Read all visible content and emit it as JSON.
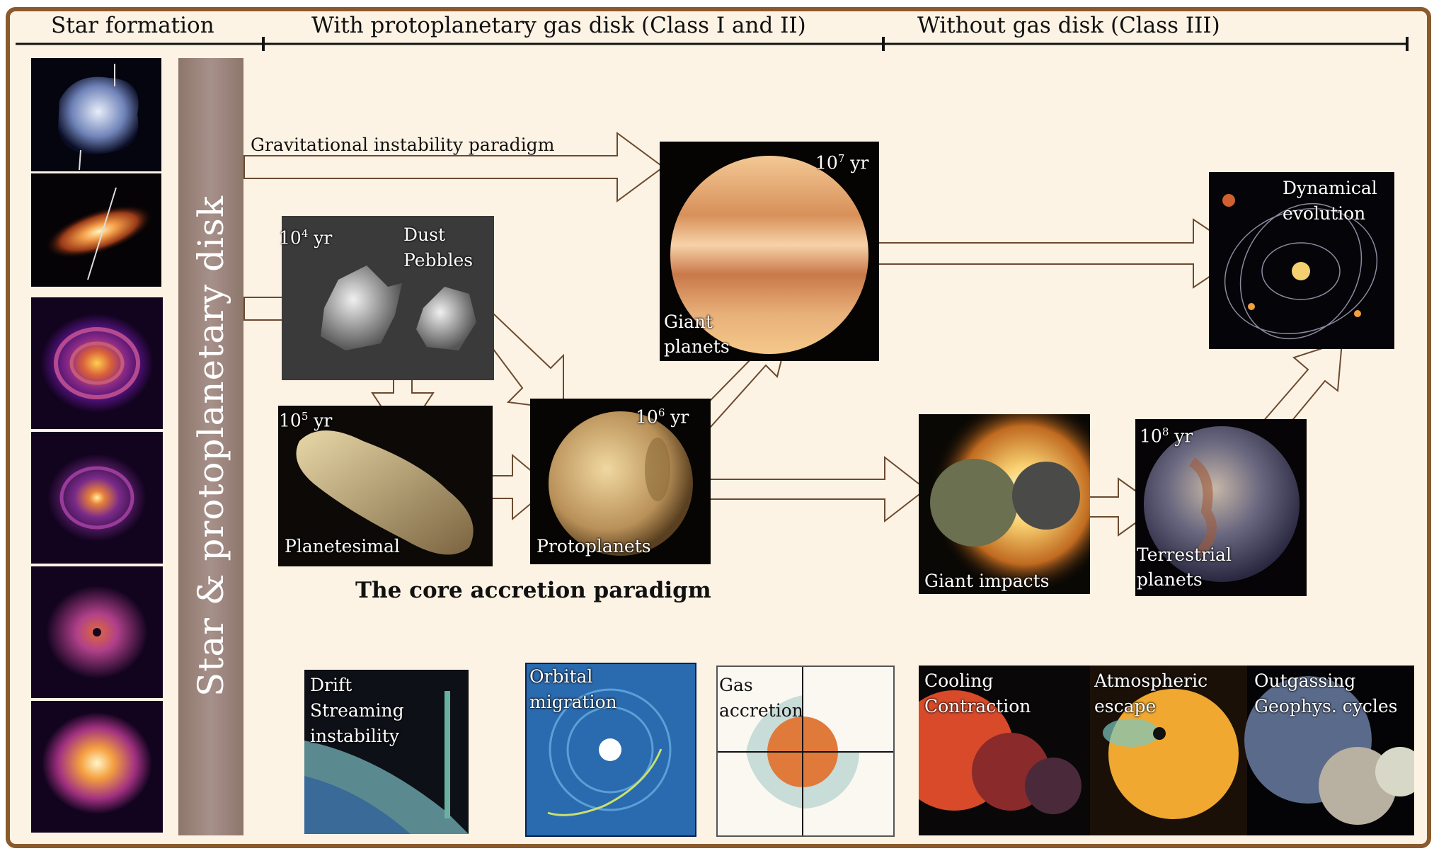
{
  "header": {
    "star_formation": "Star formation",
    "with_disk": "With protoplanetary gas disk (Class I and II)",
    "without_disk": "Without gas disk (Class III)"
  },
  "vertical_bar": "Star & protoplanetary disk",
  "gi_paradigm": "Gravitational instability paradigm",
  "core_accretion": "The core accretion paradigm",
  "nodes": {
    "dust": {
      "time_base": "10",
      "time_exp": "4",
      "time_unit": " yr",
      "line1": "Dust",
      "line2": "Pebbles"
    },
    "planetesimal": {
      "time_base": "10",
      "time_exp": "5",
      "time_unit": " yr",
      "label": "Planetesimal"
    },
    "protoplanets": {
      "time_base": "10",
      "time_exp": "6",
      "time_unit": " yr",
      "label": "Protoplanets"
    },
    "giant": {
      "time_base": "10",
      "time_exp": "7",
      "time_unit": " yr",
      "line1": "Giant",
      "line2": "planets"
    },
    "impacts": {
      "label": "Giant impacts"
    },
    "terrestrial": {
      "time_base": "10",
      "time_exp": "8",
      "time_unit": " yr",
      "line1": "Terrestrial",
      "line2": "planets"
    },
    "dynamical": {
      "line1": "Dynamical",
      "line2": "evolution"
    }
  },
  "processes": {
    "drift": {
      "line1": "Drift",
      "line2": "Streaming",
      "line3": "instability"
    },
    "migration": {
      "line1": "Orbital",
      "line2": "migration"
    },
    "gas": {
      "line1": "Gas",
      "line2": "accretion"
    },
    "cooling": {
      "line1": "Cooling",
      "line2": "Contraction"
    },
    "escape": {
      "line1": "Atmospheric",
      "line2": "escape"
    },
    "outgassing": {
      "line1": "Outgassing",
      "line2": "Geophys. cycles"
    }
  },
  "colors": {
    "frame": "#8a5a2c",
    "background": "#fdf3e4",
    "bar": "#9a8478",
    "arrow_fill": "#fdf3e4",
    "arrow_stroke": "#6b4a30"
  }
}
